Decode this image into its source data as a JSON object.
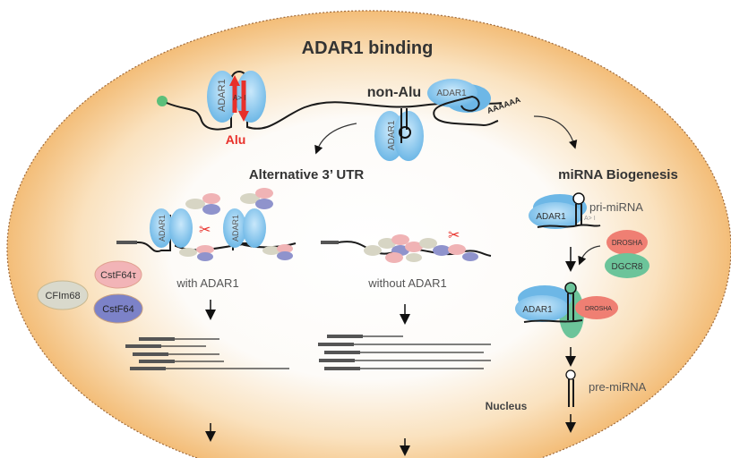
{
  "title": "ADAR1 binding",
  "top": {
    "alu_label": "Alu",
    "non_alu_label": "non-Alu",
    "adar1": "ADAR1",
    "edit": "A> I",
    "polya": "AAAAAA"
  },
  "utr": {
    "heading": "Alternative 3’ UTR",
    "with_label": "with ADAR1",
    "without_label": "without ADAR1",
    "factors": {
      "cstf64t": "CstF64τ",
      "cfim68": "CFIm68",
      "cstf64": "CstF64"
    }
  },
  "mirna": {
    "heading": "miRNA Biogenesis",
    "pri": "pri-miRNA",
    "pre": "pre-miRNA",
    "drosha": "DROSHA",
    "dgcr8": "DGCR8",
    "adar1": "ADAR1",
    "edit": "A> I"
  },
  "nucleus_label": "Nucleus",
  "colors": {
    "adar1": "#7cc0ea",
    "drosha": "#ef7f73",
    "dgcr8": "#6cc49a",
    "alu": "#e8302a",
    "nucleus_edge": "#f3bd78"
  }
}
